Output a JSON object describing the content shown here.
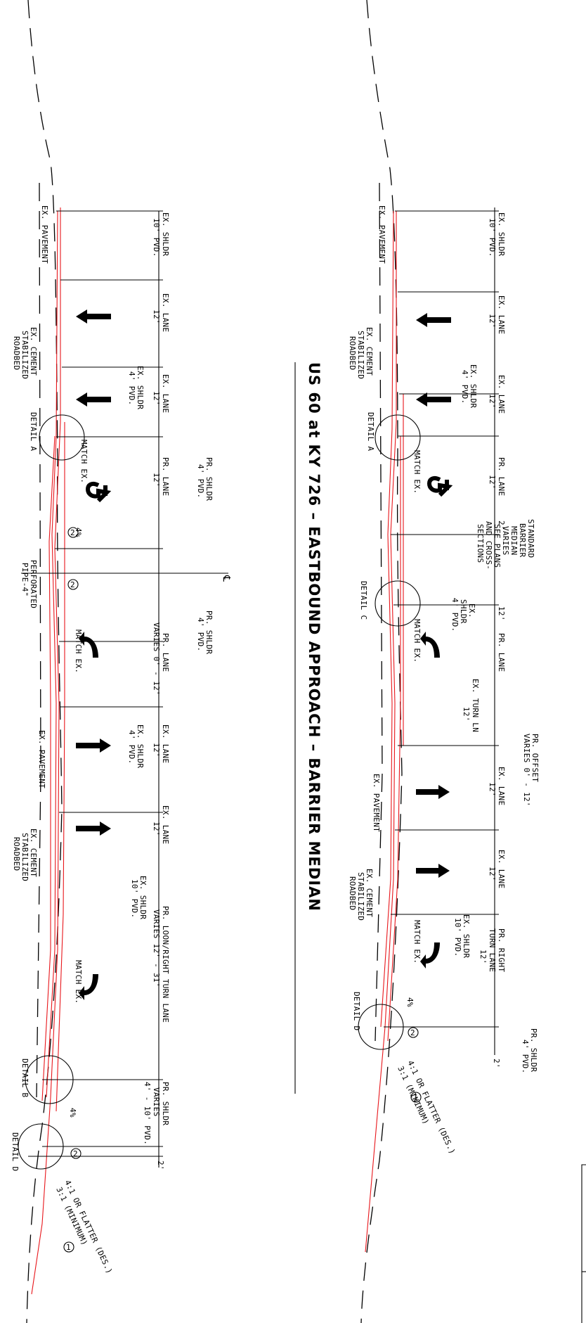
{
  "title": "US 60 at KY 726 – EASTBOUND APPROACH – BARRIER MEDIAN",
  "centerline_symbol": "℄",
  "colors": {
    "linework": "#000000",
    "proposed": "#e8161b",
    "background": "#ffffff"
  },
  "left_section": {
    "widths": [
      "EX. SHLDR",
      "10' PVD.",
      "EX. LANE",
      "12'",
      "EX. LANE",
      "12'",
      "PR. LANE",
      "12'",
      "PR. LANE",
      "VARIES 0' - 12'",
      "EX. LANE",
      "12'",
      "EX. LANE",
      "12'",
      "PR. LOON/RIGHT TURN LANE",
      "VARIES 12' - 31'",
      "PR. SHLDR",
      "VARIES",
      "4' - 10' PVD.",
      "2'"
    ],
    "callouts": [
      "EX. PAVEMENT",
      "EX. CEMENT",
      "STABILIZED",
      "ROADBED",
      "EX. SHLDR",
      "4' PVD.",
      "DETAIL A",
      "PR. SHLDR",
      "4' PVD.",
      "MATCH EX.",
      "4%",
      "PERFORATED",
      "PIPE-4\"",
      "PR. SHLDR",
      "4' PVD.",
      "MATCH EX.",
      "EX. SHLDR",
      "4' PVD.",
      "EX. PAVEMENT",
      "EX. CEMENT",
      "STABILIZED",
      "ROADBED",
      "EX. SHLDR",
      "10' PVD.",
      "MATCH EX.",
      "DETAIL B",
      "4%",
      "DETAIL D",
      "4:1 OR FLATTER (DES.)",
      "3:1 (MINIMUM)"
    ],
    "note_markers": [
      "2",
      "2",
      "2",
      "1"
    ]
  },
  "right_section": {
    "widths": [
      "EX. SHLDR",
      "10' PVD.",
      "EX. LANE",
      "12'",
      "EX. LANE",
      "12'",
      "PR. LANE",
      "12'",
      "2'",
      "12'",
      "PR. LANE",
      "EX. TURN LN",
      "12'",
      "EX. LANE",
      "12'",
      "EX. LANE",
      "12'",
      "PR. RIGHT",
      "TURN LANE",
      "12'",
      "2'"
    ],
    "callouts": [
      "EX. PAVEMENT",
      "EX. CEMENT",
      "STABILIZED",
      "ROADBED",
      "EX. SHLDR",
      "4' PVD.",
      "DETAIL A",
      "MATCH EX.",
      "STANDARD",
      "BARRIER",
      "MEDIAN",
      "VARIES",
      "SEE PLANS",
      "AND CROSS-",
      "SECTIONS",
      "DETAIL C",
      "EX.",
      "SHLDR",
      "4' PVD.",
      "MATCH EX.",
      "PR. OFFSET",
      "VARIES 0' - 12'",
      "EX. PAVEMENT",
      "EX. CEMENT",
      "STABILIZED",
      "ROADBED",
      "MATCH EX.",
      "EX. SHLDR",
      "10' PVD.",
      "DETAIL D",
      "4%",
      "PR. SHLDR",
      "4' PVD.",
      "4:1 OR FLATTER (DES.)",
      "3:1 (MINIMUM)"
    ],
    "note_markers": [
      "2",
      "1"
    ]
  }
}
